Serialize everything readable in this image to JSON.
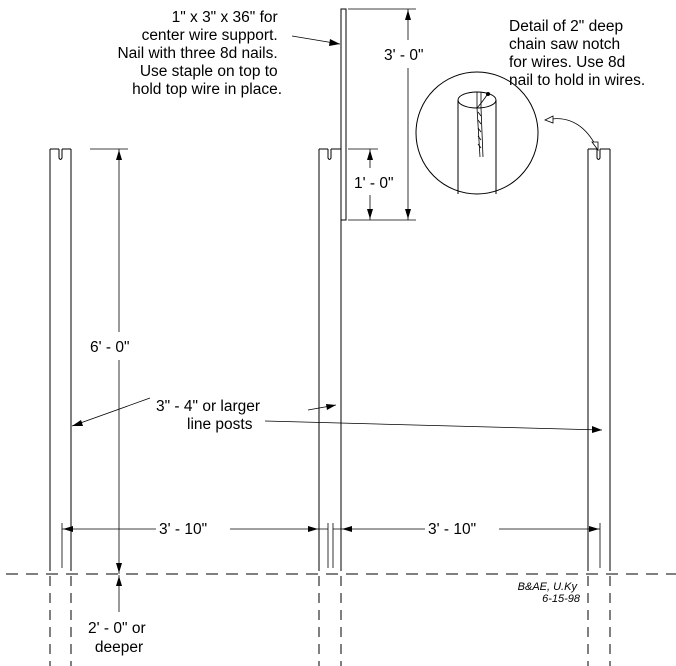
{
  "labels": {
    "support_note": [
      "1\" x 3\" x 36\" for",
      "center wire support.",
      "Nail with three 8d nails.",
      "Use staple on top to",
      "hold top wire in place."
    ],
    "detail_note": [
      "Detail of 2\" deep",
      "chain saw notch",
      "for wires. Use 8d",
      "nail to hold in wires."
    ],
    "dim_support_length": "3' - 0\"",
    "dim_support_below_top": "1' - 0\"",
    "dim_post_height": "6' - 0\"",
    "post_note": [
      "3\" - 4\" or larger",
      "line posts"
    ],
    "dim_spacing_left": "3' - 10\"",
    "dim_spacing_right": "3' - 10\"",
    "dim_depth": [
      "2' - 0\" or",
      "deeper"
    ],
    "signature": [
      "B&AE, U.Ky",
      "6-15-98"
    ]
  }
}
